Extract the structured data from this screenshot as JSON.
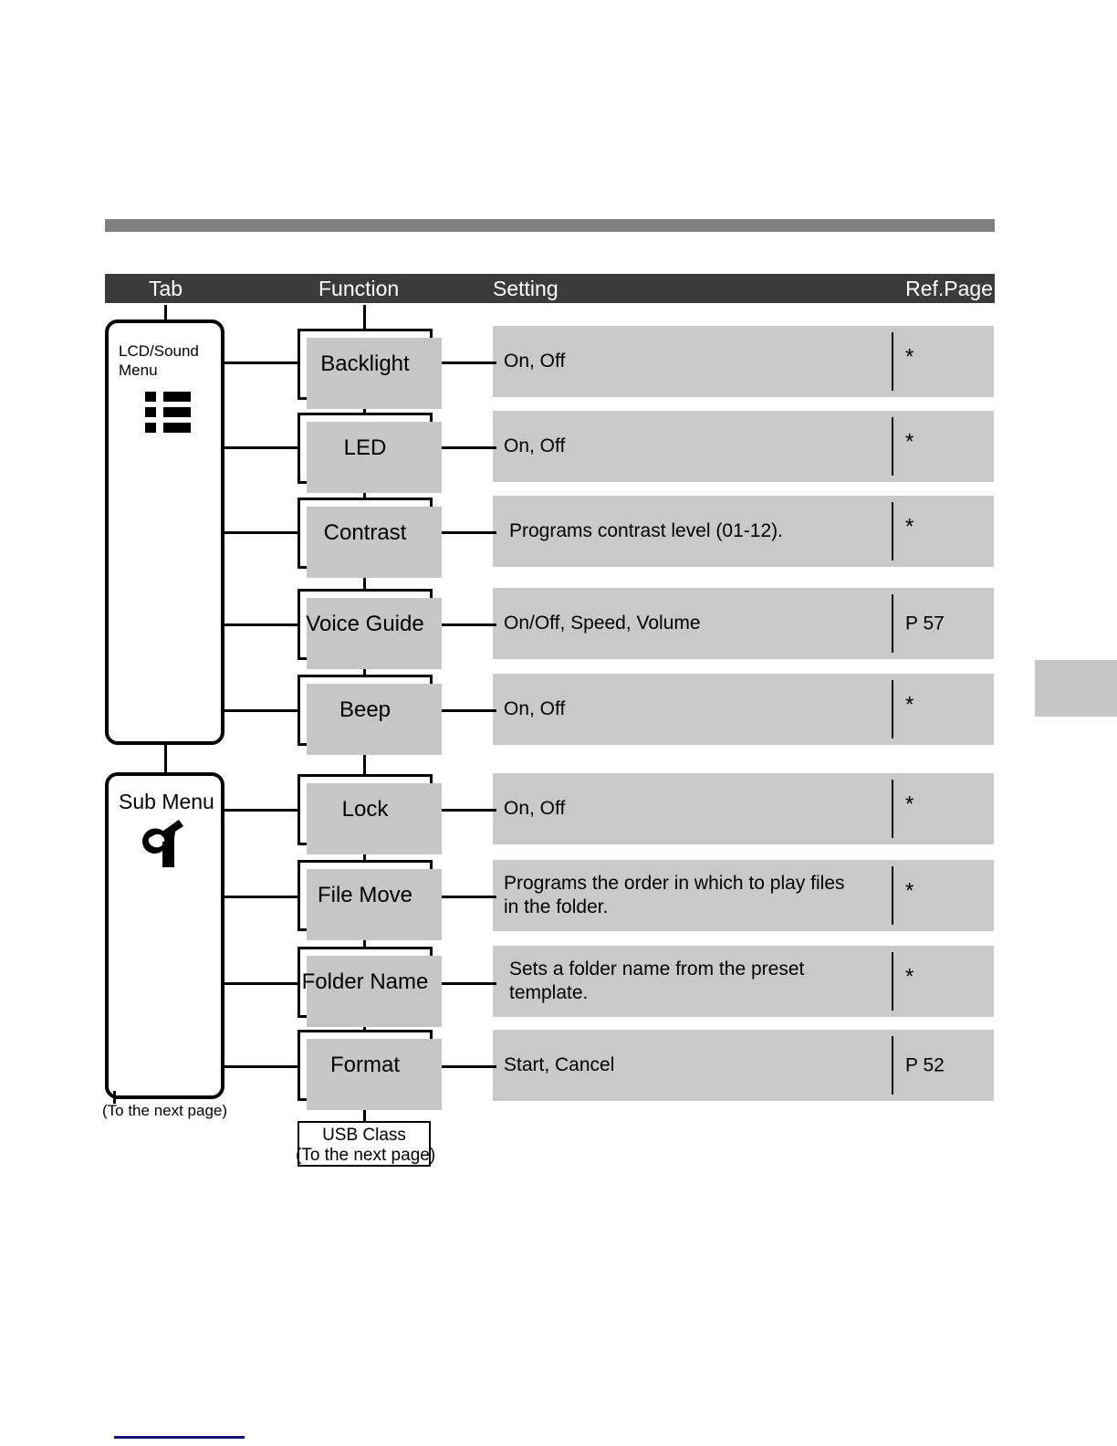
{
  "page": {
    "header": {
      "columns": {
        "tab": "Tab",
        "function": "Function",
        "setting": "Setting",
        "refpage": "Ref.Page"
      }
    },
    "notes": {
      "to_next_page": "(To the next page)"
    },
    "colors": {
      "header_bar": "#3b3b3b",
      "top_rule": "#808080",
      "setting_bar": "#c9c9c9",
      "shadow": "#c6c6c6",
      "edge_tab": "#c6c6c6",
      "bottom_rule": "#141478"
    }
  },
  "tabs": [
    {
      "id": "lcd-sound-menu",
      "label": "LCD/Sound\nMenu",
      "label_line1": "LCD/Sound",
      "label_line2": "Menu",
      "icon": "list-icon"
    },
    {
      "id": "sub-menu",
      "label": "Sub Menu",
      "icon": "wrench-icon",
      "footnote": "(To the next page)"
    }
  ],
  "rows": [
    {
      "function": "Backlight",
      "setting": "On, Off",
      "refpage": "*",
      "tab": "lcd-sound-menu"
    },
    {
      "function": "LED",
      "setting": "On, Off",
      "refpage": "*",
      "tab": "lcd-sound-menu"
    },
    {
      "function": "Contrast",
      "setting": "Programs contrast level (01-12).",
      "refpage": "*",
      "tab": "lcd-sound-menu"
    },
    {
      "function": "Voice Guide",
      "setting": "On/Off, Speed, Volume",
      "refpage": "P 57",
      "tab": "lcd-sound-menu"
    },
    {
      "function": "Beep",
      "setting": "On, Off",
      "refpage": "*",
      "tab": "lcd-sound-menu"
    },
    {
      "function": "Lock",
      "setting": "On, Off",
      "refpage": "*",
      "tab": "sub-menu"
    },
    {
      "function": "File Move",
      "setting": "Programs the order in which to play files in the folder.",
      "setting_line1": "Programs the order in which to play files",
      "setting_line2": "in the folder.",
      "refpage": "*",
      "tab": "sub-menu"
    },
    {
      "function": "Folder Name",
      "setting": "Sets a folder name from the preset template.",
      "refpage": "*",
      "tab": "sub-menu"
    },
    {
      "function": "Format",
      "setting": "Start, Cancel",
      "refpage": "P 52",
      "tab": "sub-menu"
    }
  ],
  "continuation": {
    "function": "USB Class",
    "note": "(To the next page)"
  }
}
